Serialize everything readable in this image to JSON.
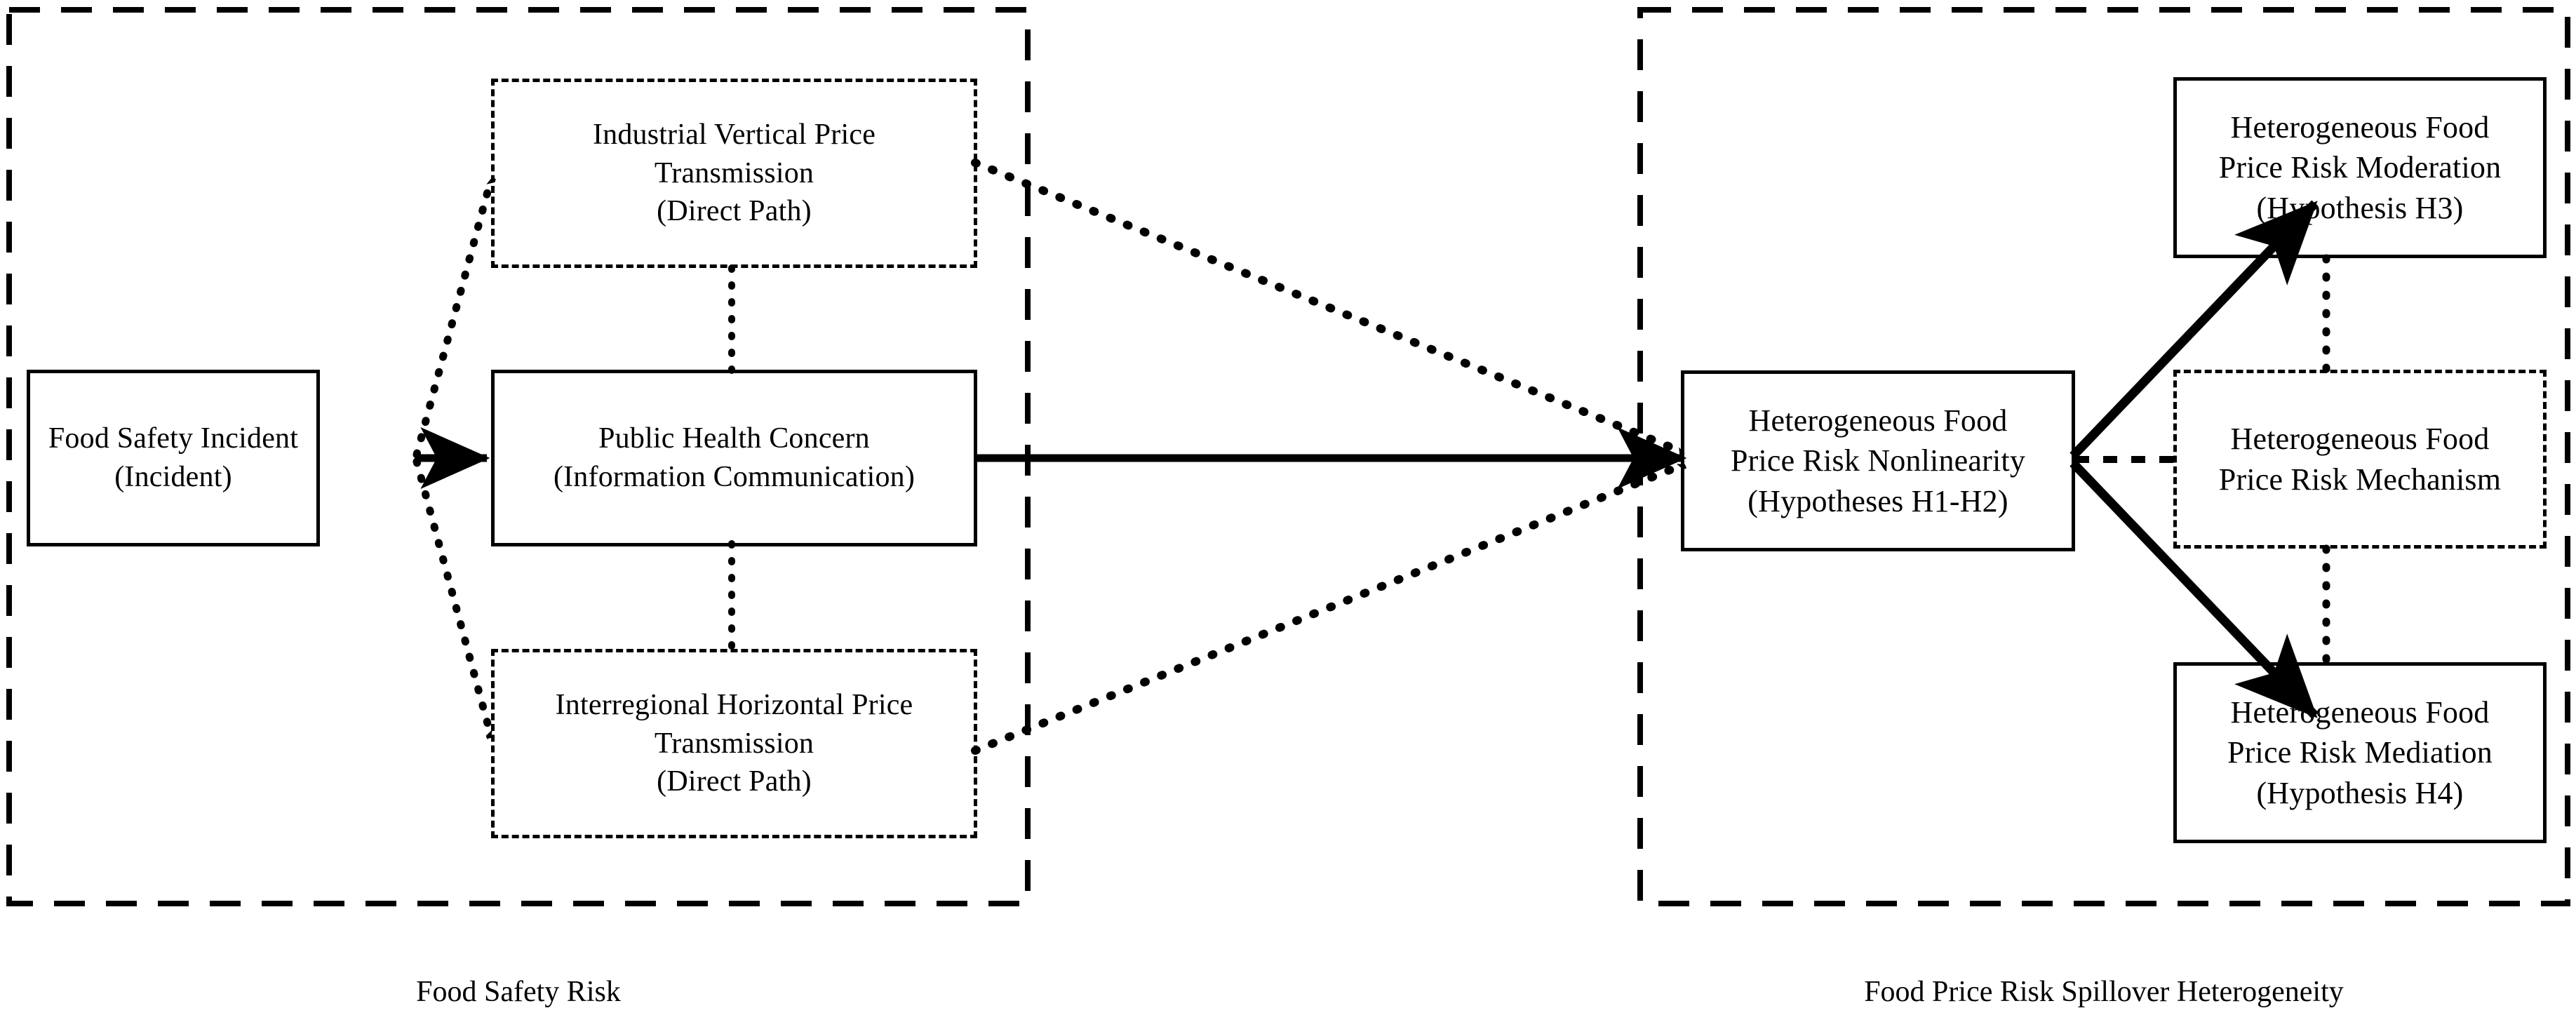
{
  "figure": {
    "type": "conceptual-framework-diagram",
    "background_color": "#ffffff",
    "line_color": "#000000"
  },
  "groups": [
    {
      "id": "food-safety-risk",
      "caption": "Food Safety Risk",
      "border_style": "dashed"
    },
    {
      "id": "food-price-risk-spillover-heterogeneity",
      "caption": "Food Price Risk Spillover Heterogeneity",
      "border_style": "dashed"
    }
  ],
  "nodes": {
    "food_safety_incident": {
      "border_style": "solid",
      "lines": [
        "Food Safety Incident",
        "(Incident)"
      ]
    },
    "public_health_concern": {
      "border_style": "solid",
      "lines": [
        "Public Health Concern",
        "(Information Communication)"
      ]
    },
    "industrial_vertical_price_transmission": {
      "border_style": "dashed",
      "lines": [
        "Industrial Vertical Price",
        "Transmission",
        "(Direct Path)"
      ]
    },
    "interregional_horizontal_price_transmission": {
      "border_style": "dashed",
      "lines": [
        "Interregional Horizontal Price",
        "Transmission",
        "(Direct Path)"
      ]
    },
    "price_risk_nonlinearity": {
      "border_style": "solid",
      "lines": [
        "Heterogeneous Food",
        "Price Risk Nonlinearity",
        "(Hypotheses H1-H2)"
      ]
    },
    "price_risk_moderation": {
      "border_style": "solid",
      "lines": [
        "Heterogeneous Food",
        "Price Risk Moderation",
        "(Hypothesis H3)"
      ]
    },
    "price_risk_mechanism": {
      "border_style": "dashed",
      "lines": [
        "Heterogeneous Food",
        "Price Risk Mechanism"
      ]
    },
    "price_risk_mediation": {
      "border_style": "solid",
      "lines": [
        "Heterogeneous Food",
        "Price Risk Mediation",
        "(Hypothesis H4)"
      ]
    }
  },
  "connectors": [
    {
      "id": "incident-to-concern",
      "from": "food_safety_incident",
      "to": "public_health_concern",
      "style": "solid",
      "arrow": true
    },
    {
      "id": "incident-to-vertical",
      "from": "food_safety_incident",
      "to": "industrial_vertical_price_transmission",
      "style": "dotted",
      "arrow": true
    },
    {
      "id": "incident-to-horizontal",
      "from": "food_safety_incident",
      "to": "interregional_horizontal_price_transmission",
      "style": "dotted",
      "arrow": true
    },
    {
      "id": "vertical-to-concern",
      "from": "industrial_vertical_price_transmission",
      "to": "public_health_concern",
      "style": "dotted",
      "arrow": false
    },
    {
      "id": "concern-to-horizontal",
      "from": "public_health_concern",
      "to": "interregional_horizontal_price_transmission",
      "style": "dotted",
      "arrow": false
    },
    {
      "id": "concern-to-nonlinearity",
      "from": "public_health_concern",
      "to": "price_risk_nonlinearity",
      "style": "solid",
      "arrow": true
    },
    {
      "id": "vertical-to-nonlinearity",
      "from": "industrial_vertical_price_transmission",
      "to": "price_risk_nonlinearity",
      "style": "dotted",
      "arrow": true
    },
    {
      "id": "horizontal-to-nonlinearity",
      "from": "interregional_horizontal_price_transmission",
      "to": "price_risk_nonlinearity",
      "style": "dotted",
      "arrow": true
    },
    {
      "id": "nonlinearity-to-moderation",
      "from": "price_risk_nonlinearity",
      "to": "price_risk_moderation",
      "style": "solid",
      "arrow": true
    },
    {
      "id": "nonlinearity-to-mediation",
      "from": "price_risk_nonlinearity",
      "to": "price_risk_mediation",
      "style": "solid",
      "arrow": true
    },
    {
      "id": "nonlinearity-to-mechanism",
      "from": "price_risk_nonlinearity",
      "to": "price_risk_mechanism",
      "style": "dotted",
      "arrow": false
    },
    {
      "id": "mechanism-to-moderation",
      "from": "price_risk_mechanism",
      "to": "price_risk_moderation",
      "style": "dotted",
      "arrow": false
    },
    {
      "id": "mechanism-to-mediation",
      "from": "price_risk_mechanism",
      "to": "price_risk_mediation",
      "style": "dotted",
      "arrow": false
    }
  ]
}
